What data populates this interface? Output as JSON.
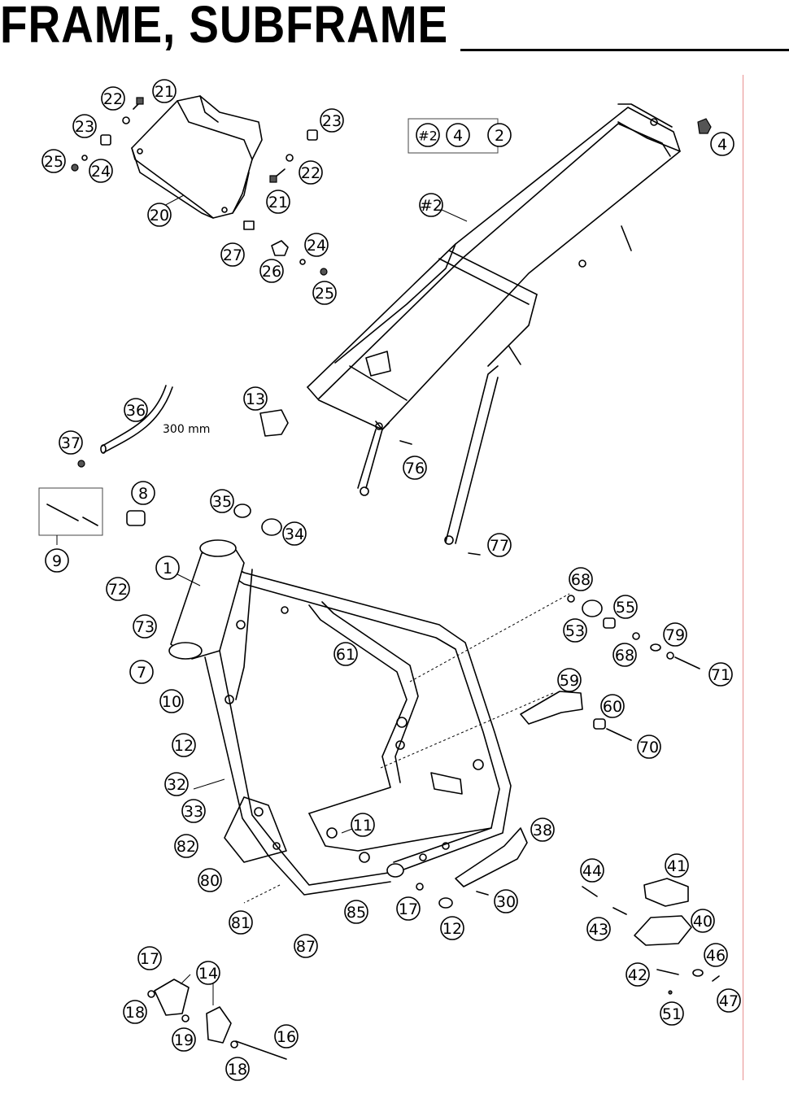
{
  "page": {
    "title": "FRAME, SUBFRAME"
  },
  "annotations": {
    "hose_length": "300 mm"
  },
  "legend_box": [
    "#2",
    "4"
  ],
  "callouts": [
    {
      "id": "c21a",
      "label": "21"
    },
    {
      "id": "c22a",
      "label": "22"
    },
    {
      "id": "c23a",
      "label": "23"
    },
    {
      "id": "c25a",
      "label": "25"
    },
    {
      "id": "c24a",
      "label": "24"
    },
    {
      "id": "c20",
      "label": "20"
    },
    {
      "id": "c23b",
      "label": "23"
    },
    {
      "id": "c22b",
      "label": "22"
    },
    {
      "id": "c21b",
      "label": "21"
    },
    {
      "id": "c27",
      "label": "27"
    },
    {
      "id": "c26",
      "label": "26"
    },
    {
      "id": "c24b",
      "label": "24"
    },
    {
      "id": "c25b",
      "label": "25"
    },
    {
      "id": "c2",
      "label": "2"
    },
    {
      "id": "c4",
      "label": "4"
    },
    {
      "id": "c2h",
      "label": "#2"
    },
    {
      "id": "c36",
      "label": "36"
    },
    {
      "id": "c37",
      "label": "37"
    },
    {
      "id": "c13",
      "label": "13"
    },
    {
      "id": "c76",
      "label": "76"
    },
    {
      "id": "c9",
      "label": "9"
    },
    {
      "id": "c8",
      "label": "8"
    },
    {
      "id": "c35",
      "label": "35"
    },
    {
      "id": "c34",
      "label": "34"
    },
    {
      "id": "c77",
      "label": "77"
    },
    {
      "id": "c1",
      "label": "1"
    },
    {
      "id": "c72",
      "label": "72"
    },
    {
      "id": "c73",
      "label": "73"
    },
    {
      "id": "c7",
      "label": "7"
    },
    {
      "id": "c10",
      "label": "10"
    },
    {
      "id": "c61",
      "label": "61"
    },
    {
      "id": "c68a",
      "label": "68"
    },
    {
      "id": "c55",
      "label": "55"
    },
    {
      "id": "c53",
      "label": "53"
    },
    {
      "id": "c79",
      "label": "79"
    },
    {
      "id": "c68b",
      "label": "68"
    },
    {
      "id": "c71",
      "label": "71"
    },
    {
      "id": "c59",
      "label": "59"
    },
    {
      "id": "c60",
      "label": "60"
    },
    {
      "id": "c70",
      "label": "70"
    },
    {
      "id": "c12a",
      "label": "12"
    },
    {
      "id": "c32",
      "label": "32"
    },
    {
      "id": "c33",
      "label": "33"
    },
    {
      "id": "c82",
      "label": "82"
    },
    {
      "id": "c80",
      "label": "80"
    },
    {
      "id": "c81",
      "label": "81"
    },
    {
      "id": "c87",
      "label": "87"
    },
    {
      "id": "c85",
      "label": "85"
    },
    {
      "id": "c11",
      "label": "11"
    },
    {
      "id": "c17a",
      "label": "17"
    },
    {
      "id": "c12b",
      "label": "12"
    },
    {
      "id": "c30",
      "label": "30"
    },
    {
      "id": "c38",
      "label": "38"
    },
    {
      "id": "c44",
      "label": "44"
    },
    {
      "id": "c41",
      "label": "41"
    },
    {
      "id": "c40",
      "label": "40"
    },
    {
      "id": "c43",
      "label": "43"
    },
    {
      "id": "c46",
      "label": "46"
    },
    {
      "id": "c42",
      "label": "42"
    },
    {
      "id": "c47",
      "label": "47"
    },
    {
      "id": "c51",
      "label": "51"
    },
    {
      "id": "c17b",
      "label": "17"
    },
    {
      "id": "c14",
      "label": "14"
    },
    {
      "id": "c18a",
      "label": "18"
    },
    {
      "id": "c19",
      "label": "19"
    },
    {
      "id": "c16",
      "label": "16"
    },
    {
      "id": "c18b",
      "label": "18"
    }
  ]
}
